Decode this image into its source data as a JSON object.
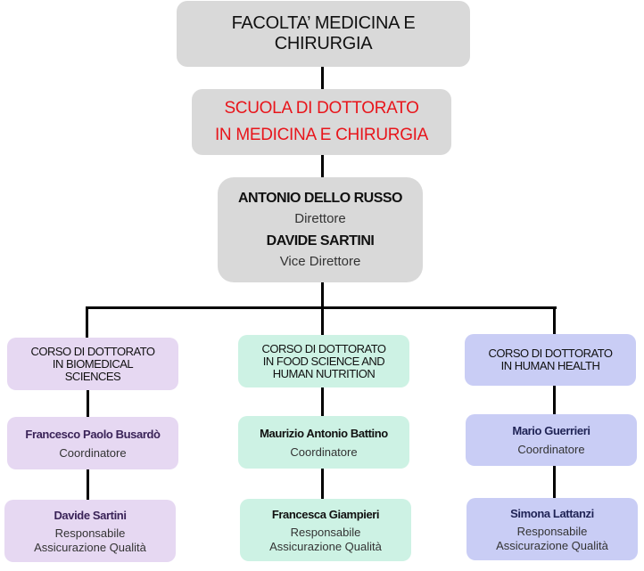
{
  "faculty": {
    "line1": "FACOLTA’ MEDICINA E",
    "line2": "CHIRURGIA"
  },
  "school": {
    "line1": "SCUOLA DI DOTTORATO",
    "line2": "IN MEDICINA E CHIRURGIA",
    "color": "#e8151b"
  },
  "direction": {
    "director_name": "ANTONIO DELLO RUSSO",
    "director_role": "Direttore",
    "vice_name": "DAVIDE SARTINI",
    "vice_role": "Vice Direttore"
  },
  "courses": [
    {
      "title_lines": [
        "CORSO DI DOTTORATO",
        "IN BIOMEDICAL",
        "SCIENCES"
      ],
      "coordinator_name": "Francesco Paolo Busardò",
      "coordinator_role": "Coordinatore",
      "quality_name": "Davide Sartini",
      "quality_role_line1": "Responsabile",
      "quality_role_line2": "Assicurazione Qualità",
      "color": "#e6d8f2"
    },
    {
      "title_lines": [
        "CORSO DI DOTTORATO",
        "IN FOOD SCIENCE AND",
        "HUMAN NUTRITION"
      ],
      "coordinator_name": "Maurizio Antonio Battino",
      "coordinator_role": "Coordinatore",
      "quality_name": "Francesca Giampieri",
      "quality_role_line1": "Responsabile",
      "quality_role_line2": "Assicurazione Qualità",
      "color": "#cdf2e4"
    },
    {
      "title_lines": [
        "CORSO DI DOTTORATO",
        "IN HUMAN HEALTH"
      ],
      "coordinator_name": "Mario Guerrieri",
      "coordinator_role": "Coordinatore",
      "quality_name": "Simona Lattanzi",
      "quality_role_line1": "Responsabile",
      "quality_role_line2": "Assicurazione Qualità",
      "color": "#c9cdf5"
    }
  ]
}
